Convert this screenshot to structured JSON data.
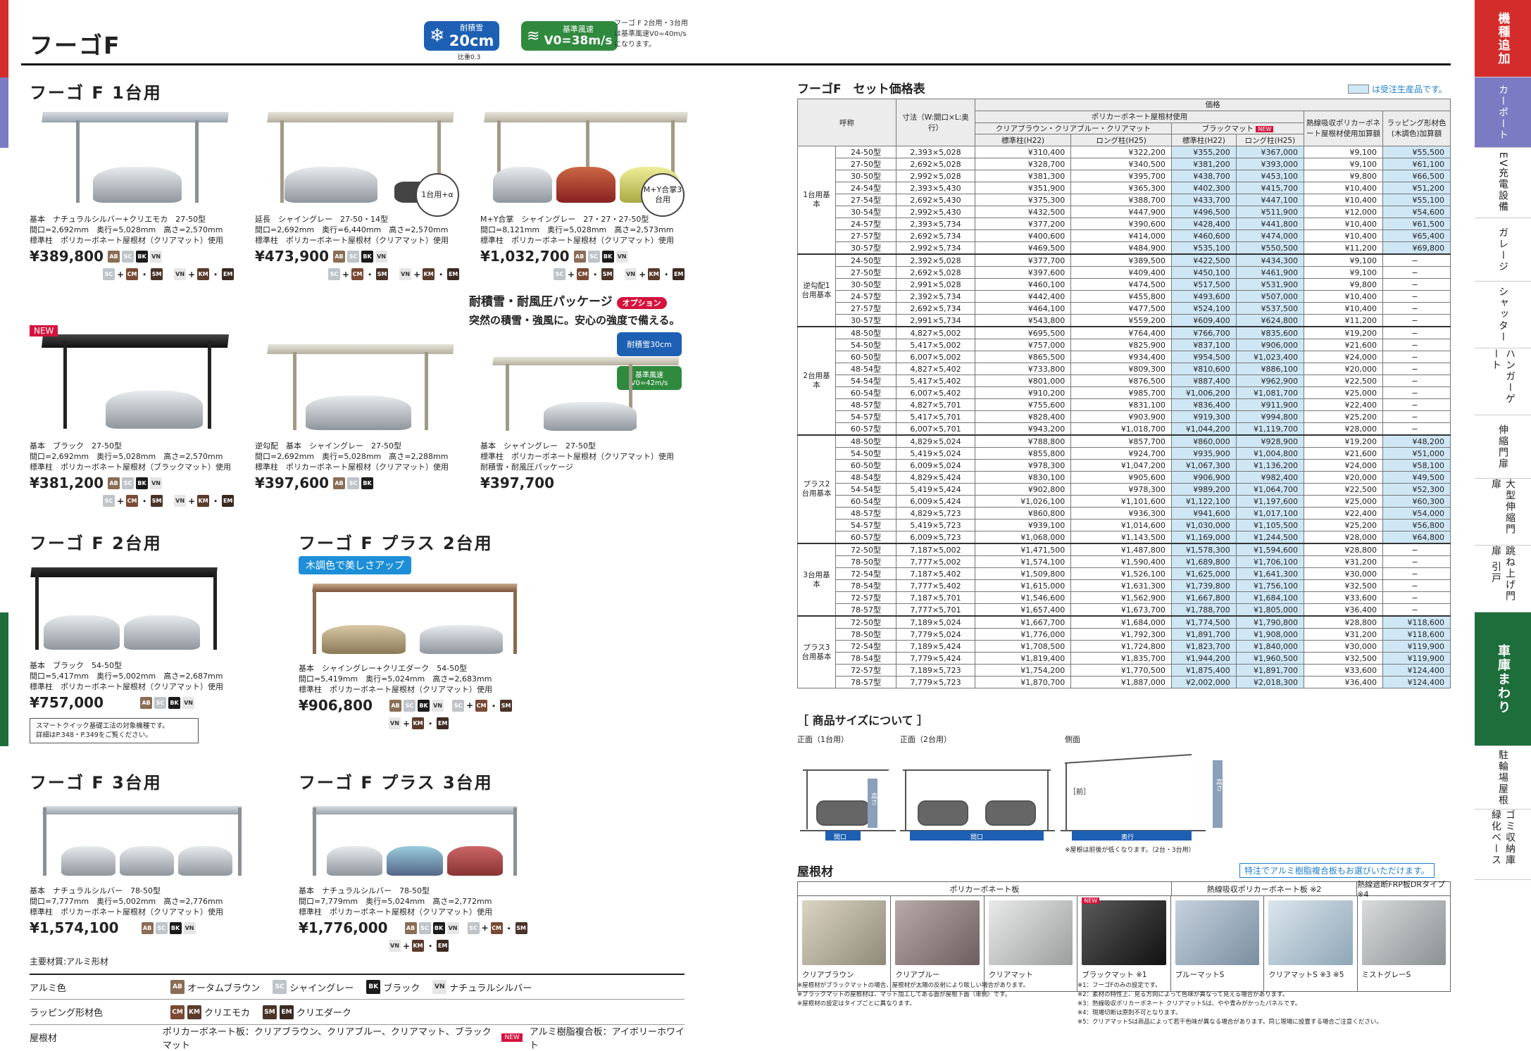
{
  "header": {
    "title": "フーゴF",
    "snow_label": "耐積雪",
    "snow_value": "20cm",
    "snow_sub": "比重0.3",
    "wind_label": "基準風速",
    "wind_value": "V0=38m/s",
    "note": [
      "フーゴ F 2台用・3台用",
      "は基準風速V0=40m/s",
      "になります。"
    ]
  },
  "sections": {
    "f1": "フーゴ F 1台用",
    "f2": "フーゴ F 2台用",
    "fp2": "フーゴ F プラス 2台用",
    "f3": "フーゴ F 3台用",
    "fp3": "フーゴ F プラス 3台用"
  },
  "cards": [
    {
      "line1": "基本　ナチュラルシルバー+クリエモカ　27-50型",
      "line2": "間口=2,692mm　奥行=5,028mm　高さ=2,570mm",
      "line3": "標準柱　ポリカーボネート屋根材（クリアマット）使用",
      "price": "¥389,800"
    },
    {
      "line1": "延長　シャイングレー　27-50・14型",
      "line2": "間口=2,692mm　奥行=6,440mm　高さ=2,570mm",
      "line3": "標準柱　ポリカーボネート屋根材（クリアマット）使用",
      "price": "¥473,900",
      "tag": "1台用+α"
    },
    {
      "line1": "M+Y合掌　シャイングレー　27・27・27-50型",
      "line2": "間口=8,121mm　奥行=5,028mm　高さ=2,573mm",
      "line3": "標準柱　ポリカーボネート屋根材（クリアマット）使用",
      "price": "¥1,032,700",
      "tag": "M+Y合掌3台用"
    },
    {
      "line1": "基本　ブラック　27-50型",
      "line2": "間口=2,692mm　奥行=5,028mm　高さ=2,570mm",
      "line3": "標準柱　ポリカーボネート屋根材（ブラックマット）使用",
      "price": "¥381,200",
      "new": "NEW"
    },
    {
      "line1": "逆勾配　基本　シャイングレー　27-50型",
      "line2": "間口=2,692mm　奥行=5,028mm　高さ=2,288mm",
      "line3": "標準柱　ポリカーボネート屋根材（クリアマット）使用",
      "price": "¥397,600"
    },
    {
      "line1": "基本　シャイングレー　27-50型",
      "line2": "標準柱　ポリカーボネート屋根材（クリアマット）使用",
      "line3": "耐積雪・耐風圧パッケージ",
      "price": "¥397,700"
    },
    {
      "line1": "基本　ブラック　54-50型",
      "line2": "間口=5,417mm　奥行=5,002mm　高さ=2,687mm",
      "line3": "標準柱　ポリカーボネート屋根材（クリアマット）使用",
      "price": "¥757,000"
    },
    {
      "line1": "基本　シャイングレー+クリエダーク　54-50型",
      "line2": "間口=5,419mm　奥行=5,024mm　高さ=2,683mm",
      "line3": "標準柱　ポリカーボネート屋根材（クリアマット）使用",
      "price": "¥906,800"
    },
    {
      "line1": "基本　ナチュラルシルバー　78-50型",
      "line2": "間口=7,777mm　奥行=5,002mm　高さ=2,776mm",
      "line3": "標準柱　ポリカーボネート屋根材（クリアマット）使用",
      "price": "¥1,574,100"
    },
    {
      "line1": "基本　ナチュラルシルバー　78-50型",
      "line2": "間口=7,779mm　奥行=5,024mm　高さ=2,772mm",
      "line3": "標準柱　ポリカーボネート屋根材（クリアマット）使用",
      "price": "¥1,776,000"
    }
  ],
  "package": {
    "title": "耐積雪・耐風圧パッケージ",
    "option": "オプション",
    "sub": "突然の積雪・強風に。安心の強度で備える。",
    "snow": "耐積雪30cm",
    "wind": "基準風速V0=42m/s"
  },
  "mokume": "木調色で美しさアップ",
  "smart": {
    "line1": "スマートクイック基礎工法の対象機種です。",
    "line2": "詳細はP.348・P.349をご覧ください。"
  },
  "colors": {
    "AB": "#8a6d55",
    "SC": "#bfc4c9",
    "BK": "#1b1b1b",
    "VN": "#e6e6e6",
    "CM": "#7a4a34",
    "KM": "#5b3b2c",
    "SM": "#4a3328",
    "EM": "#3b2a22"
  },
  "materials": {
    "main": "主要材質:アルミ形材",
    "alumi_label": "アルミ色",
    "alumi": [
      "オータムブラウン",
      "シャイングレー",
      "ブラック",
      "ナチュラルシルバー"
    ],
    "wrap_label": "ラッピング形材色",
    "wrap": [
      "クリエモカ",
      "クリエダーク"
    ],
    "roof_label": "屋根材",
    "roof_text": "ポリカーボネート板：クリアブラウン、クリアブルー、クリアマット、ブラックマット",
    "roof_text2": "アルミ樹脂複合板：アイボリーホワイト"
  },
  "table": {
    "title": "フーゴF　セット価格表",
    "legend": "は受注生産品です。",
    "h_name": "呼称",
    "h_size": "寸法（W:間口×L:奥行）",
    "h_price": "価格",
    "h_poly": "ポリカーボネート屋根材使用",
    "h_clear": "クリアブラウン・クリアブルー・クリアマット",
    "h_black": "ブラックマット",
    "h_new": "NEW",
    "h_heat": "熱線吸収ポリカーボネート屋根材使用加算額",
    "h_wrap": "ラッピング形材色(木調色)加算額",
    "h_std": "標準柱(H22)",
    "h_long": "ロング柱(H25)",
    "h_std2": "標準柱(H22)",
    "h_long2": "ロング柱(H25)",
    "groups": [
      {
        "label": "1台用基本",
        "rows": [
          [
            "24-50型",
            "2,393×5,028",
            "¥310,400",
            "¥322,200",
            "¥355,200",
            "¥367,000",
            "¥9,100",
            "¥55,500"
          ],
          [
            "27-50型",
            "2,692×5,028",
            "¥328,700",
            "¥340,500",
            "¥381,200",
            "¥393,000",
            "¥9,100",
            "¥61,100"
          ],
          [
            "30-50型",
            "2,992×5,028",
            "¥381,300",
            "¥395,700",
            "¥438,700",
            "¥453,100",
            "¥9,800",
            "¥66,500"
          ],
          [
            "24-54型",
            "2,393×5,430",
            "¥351,900",
            "¥365,300",
            "¥402,300",
            "¥415,700",
            "¥10,400",
            "¥51,200"
          ],
          [
            "27-54型",
            "2,692×5,430",
            "¥375,300",
            "¥388,700",
            "¥433,700",
            "¥447,100",
            "¥10,400",
            "¥55,100"
          ],
          [
            "30-54型",
            "2,992×5,430",
            "¥432,500",
            "¥447,900",
            "¥496,500",
            "¥511,900",
            "¥12,000",
            "¥54,600"
          ],
          [
            "24-57型",
            "2,393×5,734",
            "¥377,200",
            "¥390,600",
            "¥428,400",
            "¥441,800",
            "¥10,400",
            "¥61,500"
          ],
          [
            "27-57型",
            "2,692×5,734",
            "¥400,600",
            "¥414,000",
            "¥460,600",
            "¥474,000",
            "¥10,400",
            "¥65,400"
          ],
          [
            "30-57型",
            "2,992×5,734",
            "¥469,500",
            "¥484,900",
            "¥535,100",
            "¥550,500",
            "¥11,200",
            "¥69,800"
          ]
        ]
      },
      {
        "label": "逆勾配1台用基本",
        "rows": [
          [
            "24-50型",
            "2,392×5,028",
            "¥377,700",
            "¥389,500",
            "¥422,500",
            "¥434,300",
            "¥9,100",
            "−"
          ],
          [
            "27-50型",
            "2,692×5,028",
            "¥397,600",
            "¥409,400",
            "¥450,100",
            "¥461,900",
            "¥9,100",
            "−"
          ],
          [
            "30-50型",
            "2,991×5,028",
            "¥460,100",
            "¥474,500",
            "¥517,500",
            "¥531,900",
            "¥9,800",
            "−"
          ],
          [
            "24-57型",
            "2,392×5,734",
            "¥442,400",
            "¥455,800",
            "¥493,600",
            "¥507,000",
            "¥10,400",
            "−"
          ],
          [
            "27-57型",
            "2,692×5,734",
            "¥464,100",
            "¥477,500",
            "¥524,100",
            "¥537,500",
            "¥10,400",
            "−"
          ],
          [
            "30-57型",
            "2,991×5,734",
            "¥543,800",
            "¥559,200",
            "¥609,400",
            "¥624,800",
            "¥11,200",
            "−"
          ]
        ]
      },
      {
        "label": "2台用基本",
        "rows": [
          [
            "48-50型",
            "4,827×5,002",
            "¥695,500",
            "¥764,400",
            "¥766,700",
            "¥835,600",
            "¥19,200",
            "−"
          ],
          [
            "54-50型",
            "5,417×5,002",
            "¥757,000",
            "¥825,900",
            "¥837,100",
            "¥906,000",
            "¥21,600",
            "−"
          ],
          [
            "60-50型",
            "6,007×5,002",
            "¥865,500",
            "¥934,400",
            "¥954,500",
            "¥1,023,400",
            "¥24,000",
            "−"
          ],
          [
            "48-54型",
            "4,827×5,402",
            "¥733,800",
            "¥809,300",
            "¥810,600",
            "¥886,100",
            "¥20,000",
            "−"
          ],
          [
            "54-54型",
            "5,417×5,402",
            "¥801,000",
            "¥876,500",
            "¥887,400",
            "¥962,900",
            "¥22,500",
            "−"
          ],
          [
            "60-54型",
            "6,007×5,402",
            "¥910,200",
            "¥985,700",
            "¥1,006,200",
            "¥1,081,700",
            "¥25,000",
            "−"
          ],
          [
            "48-57型",
            "4,827×5,701",
            "¥755,600",
            "¥831,100",
            "¥836,400",
            "¥911,900",
            "¥22,400",
            "−"
          ],
          [
            "54-57型",
            "5,417×5,701",
            "¥828,400",
            "¥903,900",
            "¥919,300",
            "¥994,800",
            "¥25,200",
            "−"
          ],
          [
            "60-57型",
            "6,007×5,701",
            "¥943,200",
            "¥1,018,700",
            "¥1,044,200",
            "¥1,119,700",
            "¥28,000",
            "−"
          ]
        ]
      },
      {
        "label": "プラス2台用基本",
        "rows": [
          [
            "48-50型",
            "4,829×5,024",
            "¥788,800",
            "¥857,700",
            "¥860,000",
            "¥928,900",
            "¥19,200",
            "¥48,200"
          ],
          [
            "54-50型",
            "5,419×5,024",
            "¥855,800",
            "¥924,700",
            "¥935,900",
            "¥1,004,800",
            "¥21,600",
            "¥51,000"
          ],
          [
            "60-50型",
            "6,009×5,024",
            "¥978,300",
            "¥1,047,200",
            "¥1,067,300",
            "¥1,136,200",
            "¥24,000",
            "¥58,100"
          ],
          [
            "48-54型",
            "4,829×5,424",
            "¥830,100",
            "¥905,600",
            "¥906,900",
            "¥982,400",
            "¥20,000",
            "¥49,500"
          ],
          [
            "54-54型",
            "5,419×5,424",
            "¥902,800",
            "¥978,300",
            "¥989,200",
            "¥1,064,700",
            "¥22,500",
            "¥52,300"
          ],
          [
            "60-54型",
            "6,009×5,424",
            "¥1,026,100",
            "¥1,101,600",
            "¥1,122,100",
            "¥1,197,600",
            "¥25,000",
            "¥60,300"
          ],
          [
            "48-57型",
            "4,829×5,723",
            "¥860,800",
            "¥936,300",
            "¥941,600",
            "¥1,017,100",
            "¥22,400",
            "¥54,000"
          ],
          [
            "54-57型",
            "5,419×5,723",
            "¥939,100",
            "¥1,014,600",
            "¥1,030,000",
            "¥1,105,500",
            "¥25,200",
            "¥56,800"
          ],
          [
            "60-57型",
            "6,009×5,723",
            "¥1,068,000",
            "¥1,143,500",
            "¥1,169,000",
            "¥1,244,500",
            "¥28,000",
            "¥64,800"
          ]
        ]
      },
      {
        "label": "3台用基本",
        "rows": [
          [
            "72-50型",
            "7,187×5,002",
            "¥1,471,500",
            "¥1,487,800",
            "¥1,578,300",
            "¥1,594,600",
            "¥28,800",
            "−"
          ],
          [
            "78-50型",
            "7,777×5,002",
            "¥1,574,100",
            "¥1,590,400",
            "¥1,689,800",
            "¥1,706,100",
            "¥31,200",
            "−"
          ],
          [
            "72-54型",
            "7,187×5,402",
            "¥1,509,800",
            "¥1,526,100",
            "¥1,625,000",
            "¥1,641,300",
            "¥30,000",
            "−"
          ],
          [
            "78-54型",
            "7,777×5,402",
            "¥1,615,000",
            "¥1,631,300",
            "¥1,739,800",
            "¥1,756,100",
            "¥32,500",
            "−"
          ],
          [
            "72-57型",
            "7,187×5,701",
            "¥1,546,600",
            "¥1,562,900",
            "¥1,667,800",
            "¥1,684,100",
            "¥33,600",
            "−"
          ],
          [
            "78-57型",
            "7,777×5,701",
            "¥1,657,400",
            "¥1,673,700",
            "¥1,788,700",
            "¥1,805,000",
            "¥36,400",
            "−"
          ]
        ]
      },
      {
        "label": "プラス3台用基本",
        "rows": [
          [
            "72-50型",
            "7,189×5,024",
            "¥1,667,700",
            "¥1,684,000",
            "¥1,774,500",
            "¥1,790,800",
            "¥28,800",
            "¥118,600"
          ],
          [
            "78-50型",
            "7,779×5,024",
            "¥1,776,000",
            "¥1,792,300",
            "¥1,891,700",
            "¥1,908,000",
            "¥31,200",
            "¥118,600"
          ],
          [
            "72-54型",
            "7,189×5,424",
            "¥1,708,500",
            "¥1,724,800",
            "¥1,823,700",
            "¥1,840,000",
            "¥30,000",
            "¥119,900"
          ],
          [
            "78-54型",
            "7,779×5,424",
            "¥1,819,400",
            "¥1,835,700",
            "¥1,944,200",
            "¥1,960,500",
            "¥32,500",
            "¥119,900"
          ],
          [
            "72-57型",
            "7,189×5,723",
            "¥1,754,200",
            "¥1,770,500",
            "¥1,875,400",
            "¥1,891,700",
            "¥33,600",
            "¥124,400"
          ],
          [
            "78-57型",
            "7,779×5,723",
            "¥1,870,700",
            "¥1,887,000",
            "¥2,002,000",
            "¥2,018,300",
            "¥36,400",
            "¥124,400"
          ]
        ]
      }
    ]
  },
  "size": {
    "title": "［ 商品サイズについて ］",
    "front1": "正面（1台用）",
    "front2": "正面（2台用）",
    "side": "側面",
    "maguchi": "間口",
    "takasa": "高さ",
    "okuyuki": "奥行",
    "mae": "［前］",
    "note": "※屋根は前後が低くなります。（2台・3台用）"
  },
  "roof": {
    "title": "屋根材",
    "special": "特注でアルミ樹脂複合板もお選びいただけます。",
    "h1": "ポリカーボネート板",
    "h2": "熱線吸収ポリカーボネート板 ※2",
    "h3": "熱線遮断FRP板DRタイプ ※4",
    "new": "NEW",
    "items": [
      "クリアブラウン",
      "クリアブルー",
      "クリアマット",
      "ブラックマット ※1",
      "ブルーマットS",
      "クリアマットS ※3 ※5",
      "ミストグレーS"
    ],
    "notes_l": [
      "※屋根材がブラックマットの場合、屋根材が太陽の反射により眩しい場合があります。",
      "※ブラックマットの屋根材は、マット加工してある面が屋根下面（車側）です。",
      "※屋根材の設定はタイプごとに異なります。"
    ],
    "notes_r": [
      "※1：フーゴFのみの設定です。",
      "※2：素材の特性上、見る方向によって色味が異なって見える場合があります。",
      "※3：熱線吸収ポリカーボネート クリアマットSは、やや青みがかったパネルです。",
      "※4：現場切断は原則不可となります。",
      "※5：クリアマットSは商品によって若干色味が異なる場合があります。同じ現場に設置する場合ご注意ください。"
    ]
  },
  "right_tabs": [
    "機種追加",
    "カーポート",
    "EV充電設備",
    "ガレージ",
    "シャッター",
    "ハンガーゲート",
    "伸縮門扉",
    "大型伸縮門扉",
    "跳ね上げ門扉 引戸",
    "車庫まわり",
    "駐輪場屋根",
    "ゴミ収納庫 緑化ベース"
  ]
}
